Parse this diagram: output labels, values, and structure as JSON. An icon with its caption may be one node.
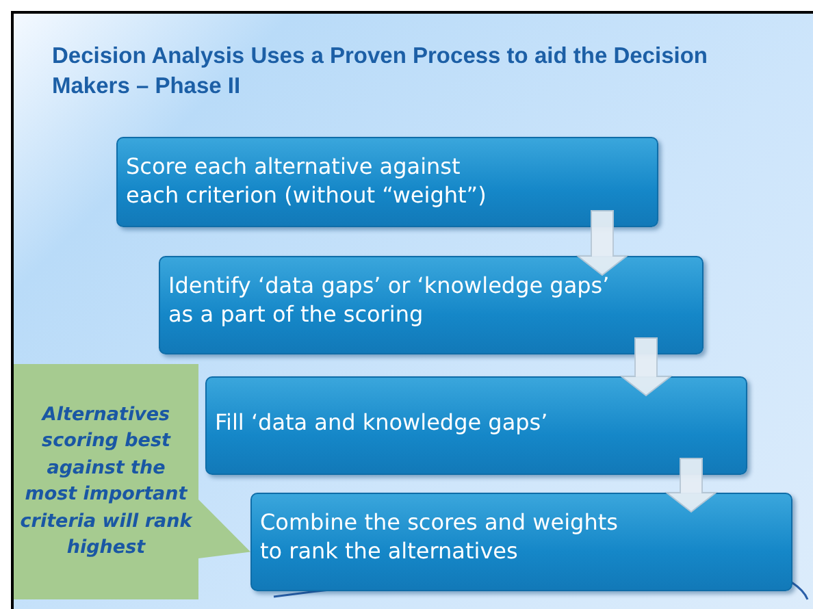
{
  "diagram": {
    "title": "Decision Analysis Uses a Proven Process to aid the Decision Makers – Phase II",
    "nodes": [
      {
        "text": [
          "Score each alternative against each criterion (without “weight”)"
        ]
      },
      {
        "text": [
          "Identify ‘data gaps’ or ‘knowledge gaps’ as a part of the scoring"
        ]
      },
      {
        "text": [
          "Fill ‘data and knowledge gaps’"
        ]
      },
      {
        "text": [
          "Combine the scores and weights to rank the alternatives"
        ]
      },
      {
        "text": [
          "Alternatives scoring best against the most important criteria will rank highest"
        ]
      }
    ],
    "edges": [
      {
        "from": 0,
        "to": 1,
        "arrow": "to"
      },
      {
        "from": 1,
        "to": 2,
        "arrow": "to"
      },
      {
        "from": 2,
        "to": 3,
        "arrow": "to"
      },
      {
        "from": 4,
        "to": 3,
        "arrow": "to"
      }
    ]
  }
}
